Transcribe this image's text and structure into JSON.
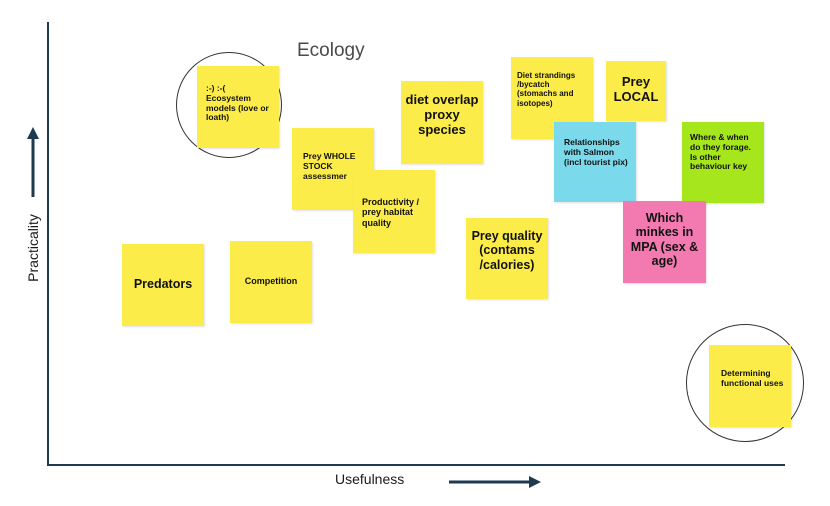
{
  "title": "Ecology",
  "axes": {
    "x_label": "Usefulness",
    "y_label": "Practicality"
  },
  "colors": {
    "yellow": "#fcec4a",
    "blue": "#7ad9ea",
    "green": "#a5e61d",
    "pink": "#f37ab0",
    "axis": "#1e3a4f"
  },
  "notes": {
    "ecosystem_models": ":-) :-(\nEcosystem models (love or loath)",
    "diet_overlap": "diet overlap proxy species",
    "diet_strandings": "Diet strandings /bycatch (stomachs and isotopes)",
    "prey_local": "Prey LOCAL",
    "prey_whole_stock": "Prey WHOLE STOCK assessmer",
    "relationships_salmon": "Relationships with Salmon (incl tourist pix)",
    "where_when_forage": "Where & when do they forage. Is other behaviour key",
    "productivity": "Productivity / prey habitat quality",
    "prey_quality": "Prey quality (contams /calories)",
    "which_minkes": "Which minkes in MPA (sex & age)",
    "predators": "Predators",
    "competition": "Competition",
    "determining_uses": "Determining functional uses"
  }
}
